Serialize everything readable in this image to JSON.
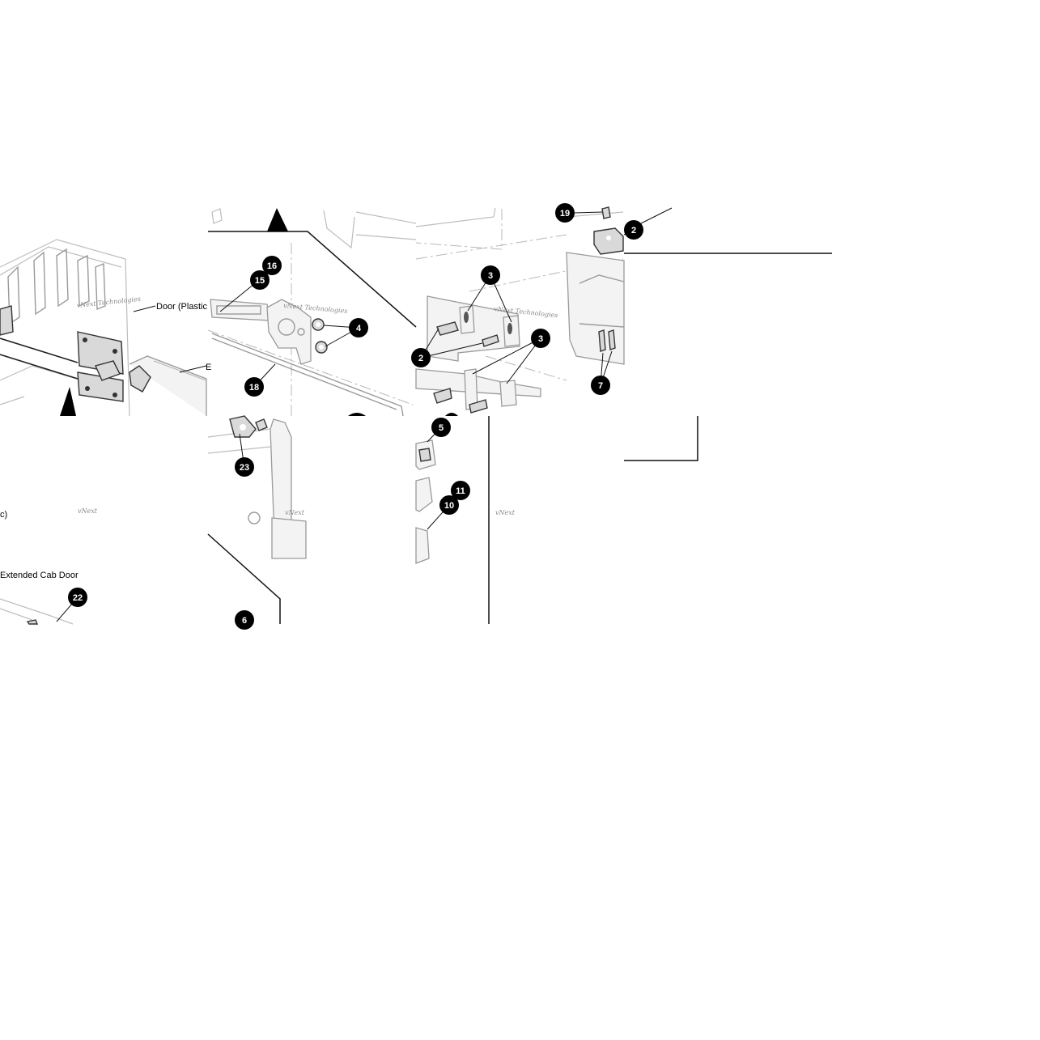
{
  "labels": {
    "door_plastic": "Door (Plastic",
    "plastic_fragment": "c)",
    "extended_cab_door": "Extended Cab Door",
    "cut_letter_b": "E"
  },
  "callouts": [
    "16",
    "15",
    "4",
    "18",
    "23",
    "6",
    "19",
    "2",
    "3",
    "2",
    "3",
    "7",
    "5",
    "11",
    "10",
    "22"
  ],
  "watermark": {
    "line1": "vNext Technologies",
    "short": "vNext"
  }
}
